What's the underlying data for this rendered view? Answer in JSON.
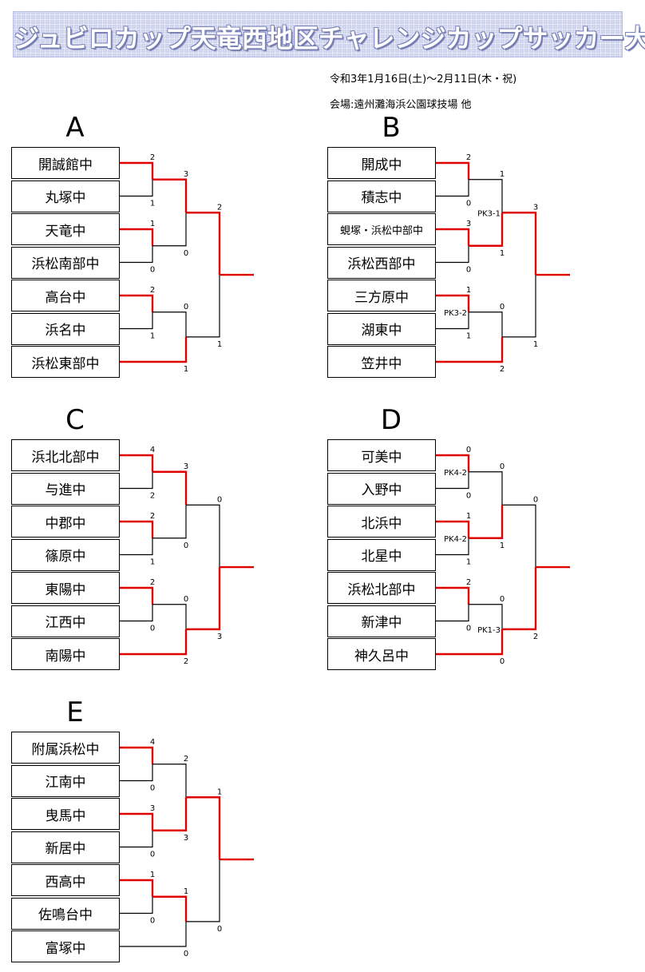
{
  "header": {
    "title": "ジュビロカップ天竜西地区チャレンジカップサッカー大会",
    "dates": "令和3年1月16日(土)～2月11日(木・祝)",
    "venue": "会場:遠州灘海浜公園球技場  他"
  },
  "colors": {
    "win": "#e00000",
    "lose": "#000000"
  },
  "groups": [
    {
      "letter": "A",
      "teams": [
        "開誠館中",
        "丸塚中",
        "天竜中",
        "浜松南部中",
        "高台中",
        "浜名中",
        "浜松東部中"
      ],
      "r1": [
        {
          "s1": "2",
          "s2": "1",
          "w": 0,
          "pk": ""
        },
        {
          "s1": "1",
          "s2": "0",
          "w": 0,
          "pk": ""
        },
        {
          "s1": "2",
          "s2": "1",
          "w": 0,
          "pk": ""
        }
      ],
      "sf": [
        {
          "s1": "3",
          "s2": "0",
          "w": 0,
          "pk": ""
        },
        {
          "s1": "0",
          "s2": "1",
          "w": 1,
          "pk": ""
        }
      ],
      "final": {
        "s1": "2",
        "s2": "1",
        "w": 0,
        "pk": ""
      }
    },
    {
      "letter": "B",
      "teams": [
        "開成中",
        "積志中",
        "蜆塚・浜松中部中",
        "浜松西部中",
        "三方原中",
        "湖東中",
        "笠井中"
      ],
      "r1": [
        {
          "s1": "2",
          "s2": "0",
          "w": 0,
          "pk": ""
        },
        {
          "s1": "3",
          "s2": "0",
          "w": 0,
          "pk": ""
        },
        {
          "s1": "1",
          "s2": "1",
          "w": 0,
          "pk": "PK3-2"
        }
      ],
      "sf": [
        {
          "s1": "1",
          "s2": "1",
          "w": 1,
          "pk": "PK3-1"
        },
        {
          "s1": "0",
          "s2": "2",
          "w": 1,
          "pk": ""
        }
      ],
      "final": {
        "s1": "3",
        "s2": "1",
        "w": 0,
        "pk": ""
      }
    },
    {
      "letter": "C",
      "teams": [
        "浜北北部中",
        "与進中",
        "中郡中",
        "篠原中",
        "東陽中",
        "江西中",
        "南陽中"
      ],
      "r1": [
        {
          "s1": "4",
          "s2": "2",
          "w": 0,
          "pk": ""
        },
        {
          "s1": "2",
          "s2": "1",
          "w": 0,
          "pk": ""
        },
        {
          "s1": "2",
          "s2": "0",
          "w": 0,
          "pk": ""
        }
      ],
      "sf": [
        {
          "s1": "3",
          "s2": "0",
          "w": 0,
          "pk": ""
        },
        {
          "s1": "0",
          "s2": "2",
          "w": 1,
          "pk": ""
        }
      ],
      "final": {
        "s1": "0",
        "s2": "3",
        "w": 1,
        "pk": ""
      }
    },
    {
      "letter": "D",
      "teams": [
        "可美中",
        "入野中",
        "北浜中",
        "北星中",
        "浜松北部中",
        "新津中",
        "神久呂中"
      ],
      "r1": [
        {
          "s1": "0",
          "s2": "0",
          "w": 0,
          "pk": "PK4-2"
        },
        {
          "s1": "1",
          "s2": "1",
          "w": 0,
          "pk": "PK4-2"
        },
        {
          "s1": "2",
          "s2": "0",
          "w": 0,
          "pk": ""
        }
      ],
      "sf": [
        {
          "s1": "0",
          "s2": "1",
          "w": 1,
          "pk": ""
        },
        {
          "s1": "0",
          "s2": "0",
          "w": 1,
          "pk": "PK1-3"
        }
      ],
      "final": {
        "s1": "0",
        "s2": "2",
        "w": 1,
        "pk": ""
      }
    },
    {
      "letter": "E",
      "teams": [
        "附属浜松中",
        "江南中",
        "曳馬中",
        "新居中",
        "西高中",
        "佐鳴台中",
        "富塚中"
      ],
      "r1": [
        {
          "s1": "4",
          "s2": "0",
          "w": 0,
          "pk": ""
        },
        {
          "s1": "3",
          "s2": "0",
          "w": 0,
          "pk": ""
        },
        {
          "s1": "1",
          "s2": "0",
          "w": 0,
          "pk": ""
        }
      ],
      "sf": [
        {
          "s1": "2",
          "s2": "3",
          "w": 1,
          "pk": ""
        },
        {
          "s1": "1",
          "s2": "0",
          "w": 0,
          "pk": ""
        }
      ],
      "final": {
        "s1": "1",
        "s2": "0",
        "w": 0,
        "pk": ""
      }
    }
  ]
}
